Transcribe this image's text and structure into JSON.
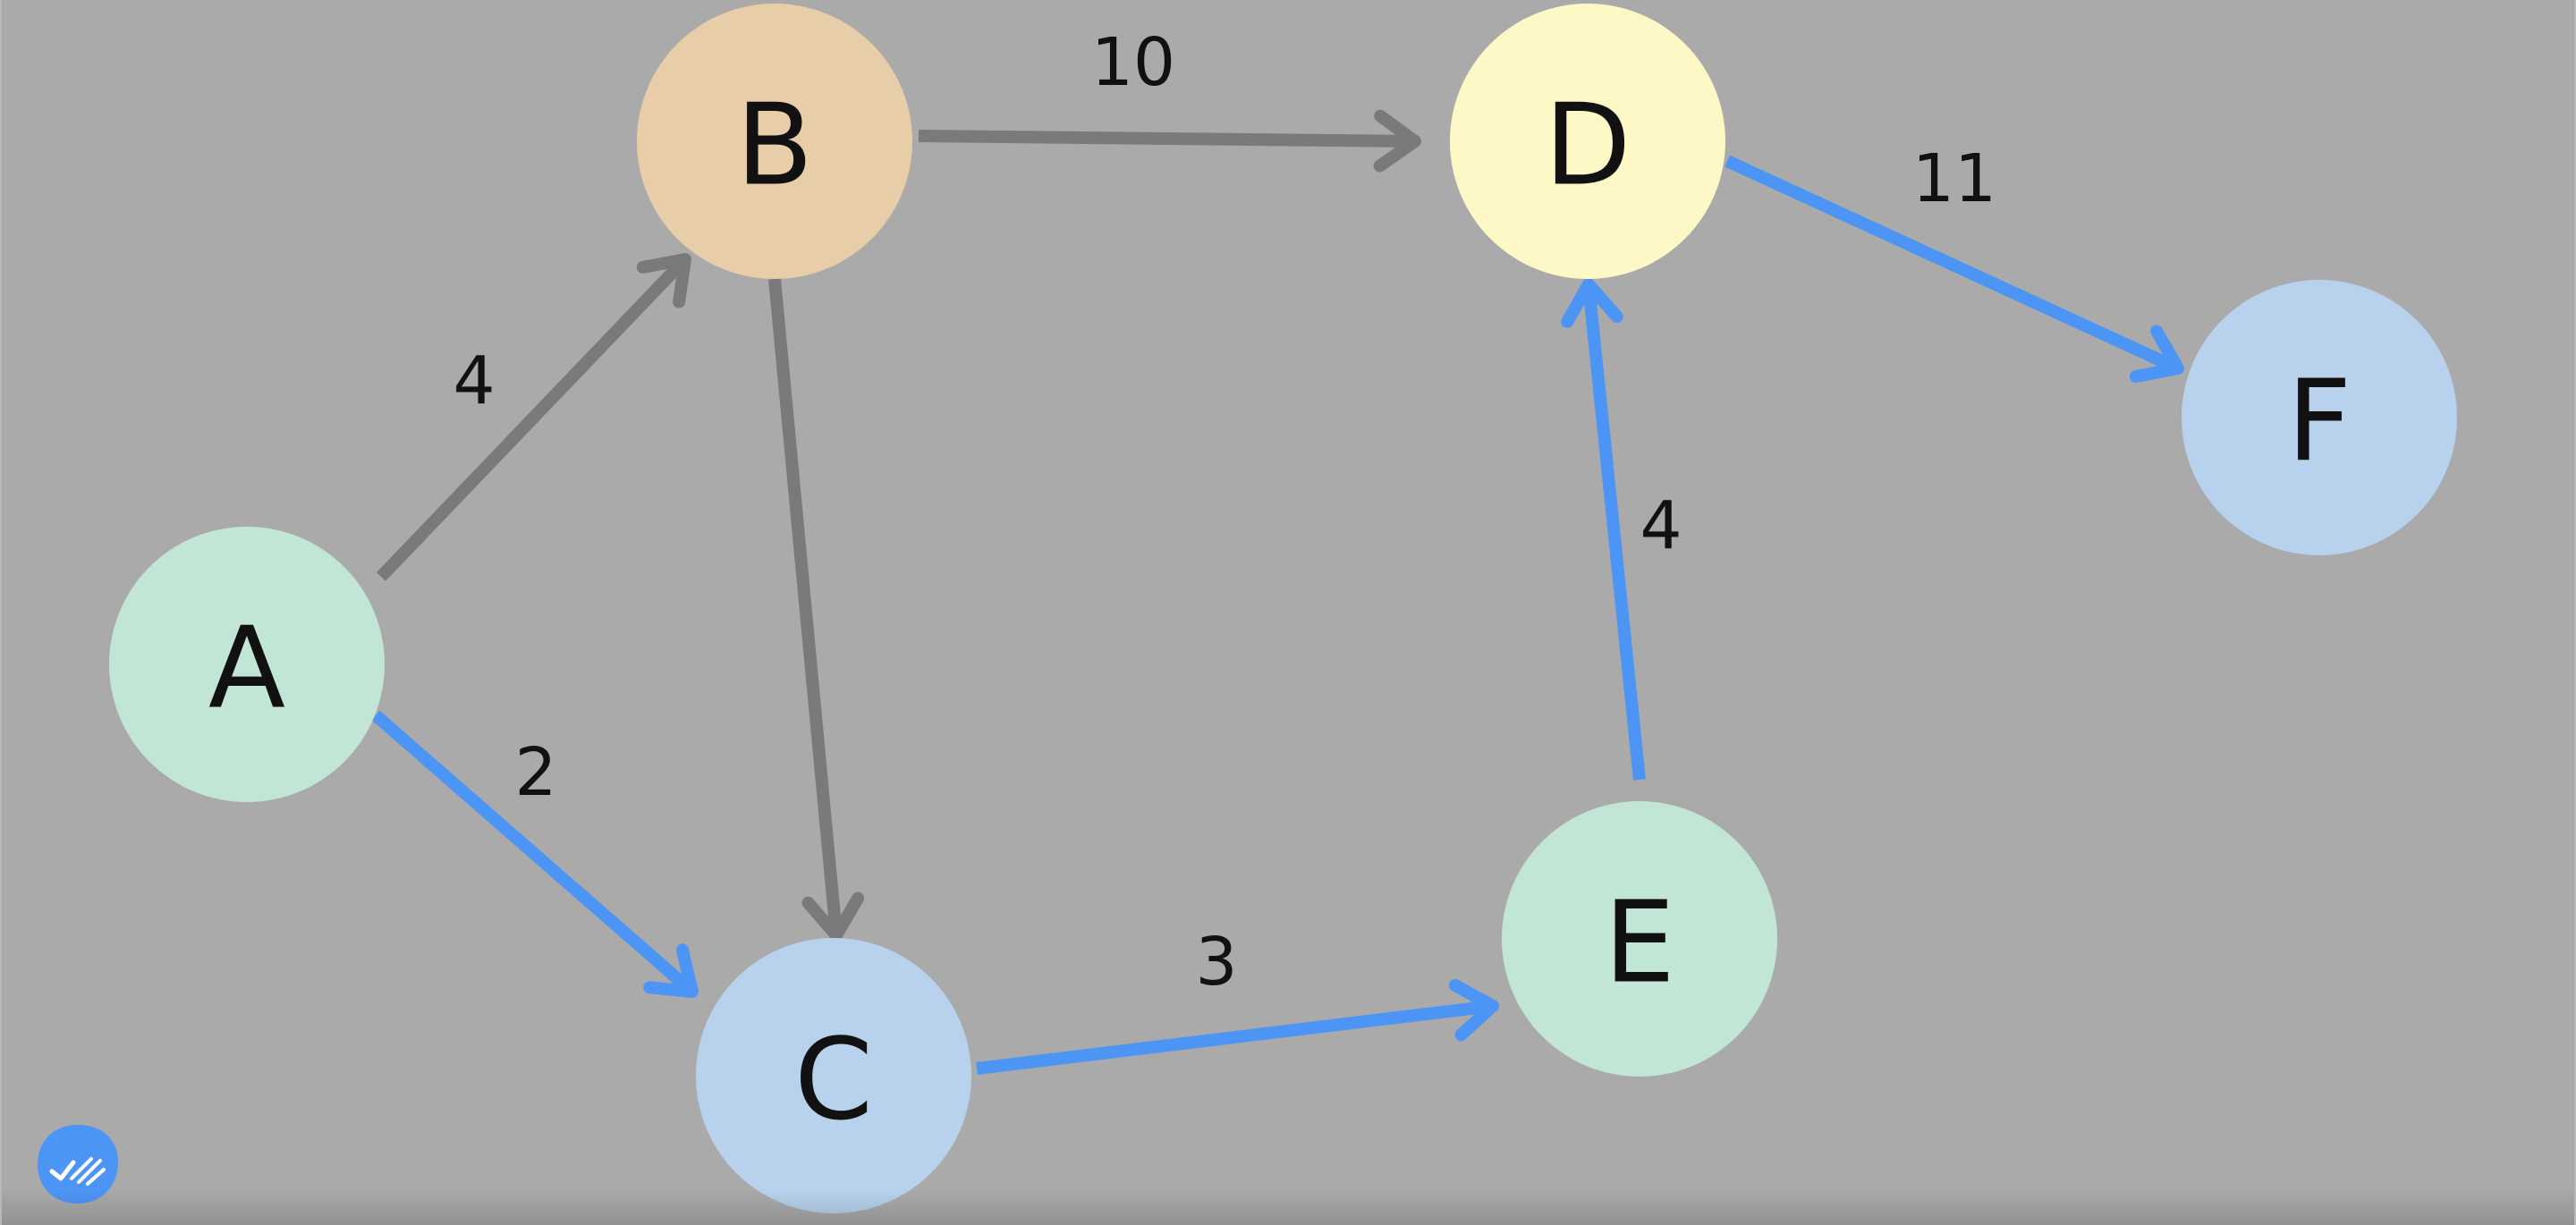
{
  "graph": {
    "nodes": [
      {
        "id": "A",
        "label": "A",
        "color": "#c2e6d6"
      },
      {
        "id": "B",
        "label": "B",
        "color": "#e8cda9"
      },
      {
        "id": "C",
        "label": "C",
        "color": "#b8d1ec"
      },
      {
        "id": "D",
        "label": "D",
        "color": "#fdf8c6"
      },
      {
        "id": "E",
        "label": "E",
        "color": "#c2e6d6"
      },
      {
        "id": "F",
        "label": "F",
        "color": "#b8d1ec"
      }
    ],
    "edges": [
      {
        "from": "A",
        "to": "B",
        "weight": "4",
        "highlighted": false
      },
      {
        "from": "A",
        "to": "C",
        "weight": "2",
        "highlighted": true
      },
      {
        "from": "B",
        "to": "D",
        "weight": "10",
        "highlighted": false
      },
      {
        "from": "B",
        "to": "C",
        "weight": "",
        "highlighted": false
      },
      {
        "from": "C",
        "to": "E",
        "weight": "3",
        "highlighted": true
      },
      {
        "from": "E",
        "to": "D",
        "weight": "4",
        "highlighted": true
      },
      {
        "from": "D",
        "to": "F",
        "weight": "11",
        "highlighted": true
      }
    ],
    "colors": {
      "background": "#aaaaaa",
      "edge_default": "#7a7a7a",
      "edge_highlight": "#4d95f5",
      "badge": "#4d95f5"
    }
  },
  "badge": {
    "icon": "double-check-icon"
  }
}
